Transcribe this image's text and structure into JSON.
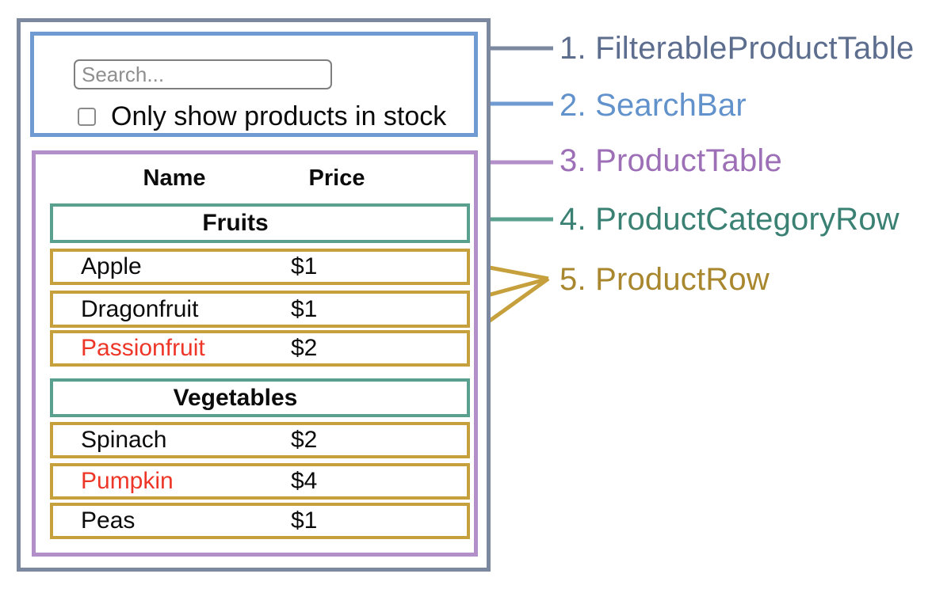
{
  "search_bar": {
    "placeholder": "Search...",
    "checkbox_label": "Only show products in stock",
    "checkbox_checked": false
  },
  "table": {
    "columns": [
      "Name",
      "Price"
    ],
    "sections": [
      {
        "category": "Fruits",
        "rows": [
          {
            "name": "Apple",
            "price": "$1",
            "red_text": false
          },
          {
            "name": "Dragonfruit",
            "price": "$1",
            "red_text": false
          },
          {
            "name": "Passionfruit",
            "price": "$2",
            "red_text": true
          }
        ]
      },
      {
        "category": "Vegetables",
        "rows": [
          {
            "name": "Spinach",
            "price": "$2",
            "red_text": false
          },
          {
            "name": "Pumpkin",
            "price": "$4",
            "red_text": true
          },
          {
            "name": "Peas",
            "price": "$1",
            "red_text": false
          }
        ]
      }
    ]
  },
  "legend": {
    "items": [
      {
        "label": "1. FilterableProductTable",
        "color": "#5c6d8e"
      },
      {
        "label": "2. SearchBar",
        "color": "#6292cb"
      },
      {
        "label": "3. ProductTable",
        "color": "#9c6fb6"
      },
      {
        "label": "4. ProductCategoryRow",
        "color": "#3a8173"
      },
      {
        "label": "5. ProductRow",
        "color": "#a8872f"
      }
    ]
  },
  "colors": {
    "filterable_product_table_border": "#7b88a0",
    "search_bar_border": "#6f9ad2",
    "product_table_border": "#b28fc9",
    "product_category_row_border": "#5aa08f",
    "product_row_border": "#c6a03c",
    "out_of_stock_text": "#ee3628"
  }
}
